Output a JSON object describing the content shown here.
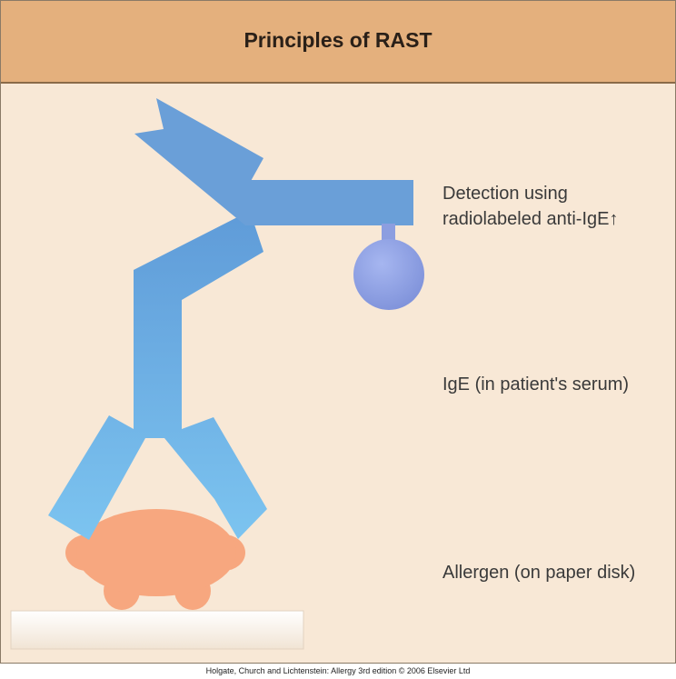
{
  "title": "Principles of RAST",
  "labels": {
    "detection_line1": "Detection using",
    "detection_line2": "radiolabeled anti-IgE",
    "detection_arrow": "↑",
    "ige": "IgE (in patient's serum)",
    "allergen": "Allergen (on paper disk)"
  },
  "credit": "Holgate, Church and Lichtenstein: Allergy 3rd edition © 2006 Elsevier Ltd",
  "colors": {
    "header": "#e4b07d",
    "panel": "#f8e8d6",
    "anti_ige": "#6a9fd8",
    "ige": "#6aaee4",
    "radiolabel": "#8c9ee0",
    "allergen": "#f7a77f"
  }
}
